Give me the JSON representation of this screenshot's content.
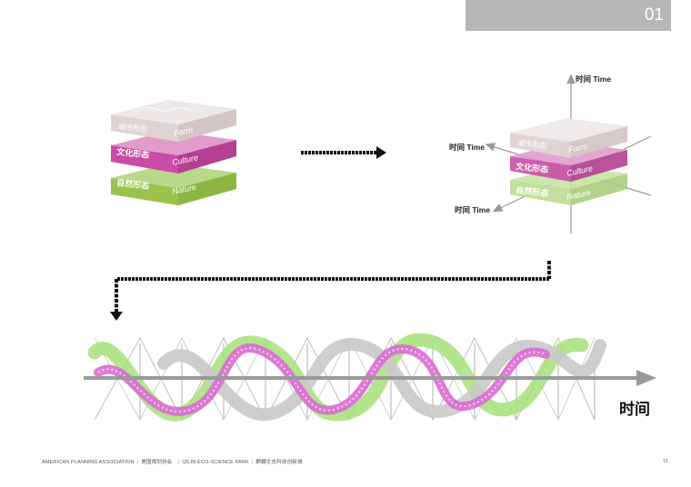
{
  "slide_number": "01",
  "layers": [
    {
      "cn": "城市形态",
      "en": "Form",
      "color": "#e6dcdc"
    },
    {
      "cn": "文化形态",
      "en": "Culture",
      "color": "#c94ca6"
    },
    {
      "cn": "自然形态",
      "en": "Nature",
      "color": "#9bc24f"
    }
  ],
  "axis_labels": {
    "up": "时间 Time",
    "left": "时间 Time",
    "down_left": "时间 Time"
  },
  "timeline_label": "时间",
  "footer": {
    "org_en": "AMERICAN PLANNING ASSOCIATION",
    "org_cn": "美国规划协会",
    "project_en": "QILIN ECO-SCIENCE PARK",
    "project_cn": "麒麟生态科技创新城",
    "page": "11"
  },
  "colors": {
    "form": "#e6dcdc",
    "culture": "#c94ca6",
    "nature": "#9bc24f",
    "helix_green": "#a6e07a",
    "helix_pink": "#d96bd1",
    "helix_gray": "#c9c9c9",
    "axis_gray": "#a4a4a4",
    "arrow": "#111111",
    "badge": "#b7b7b9"
  }
}
